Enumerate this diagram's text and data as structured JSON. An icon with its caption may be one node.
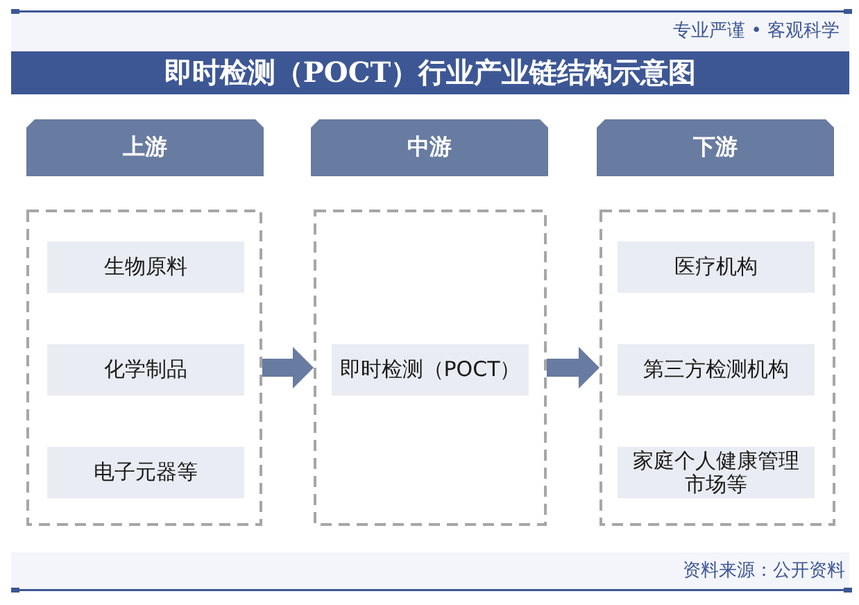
{
  "diagram": {
    "title": "即时检测（POCT）行业产业链结构示意图",
    "nodes": [
      {
        "text": [
          "上游"
        ]
      },
      {
        "text": [
          "中游"
        ]
      },
      {
        "text": [
          "下游"
        ]
      },
      {
        "text": [],
        "shape": "box"
      },
      {
        "text": [
          "生物原料"
        ],
        "in": 3
      },
      {
        "text": [
          "化学制品"
        ],
        "in": 3
      },
      {
        "text": [
          "电子元器等"
        ],
        "in": 3
      },
      {
        "text": [],
        "shape": "box"
      },
      {
        "text": [
          "即时检测（POCT）"
        ],
        "in": 7
      },
      {
        "text": [],
        "shape": "box"
      },
      {
        "text": [
          "医疗机构"
        ],
        "in": 9
      },
      {
        "text": [
          "第三方检测机构"
        ],
        "in": 9
      },
      {
        "text": [
          "家庭个人健康管理市场等"
        ],
        "in": 9
      }
    ],
    "edges": [
      {
        "from": 3,
        "to": 7,
        "arrow": "to"
      },
      {
        "from": 7,
        "to": 9,
        "arrow": "to"
      }
    ],
    "labels": [
      "专业严谨 • 客观科学",
      "资料来源：公开资料"
    ]
  }
}
